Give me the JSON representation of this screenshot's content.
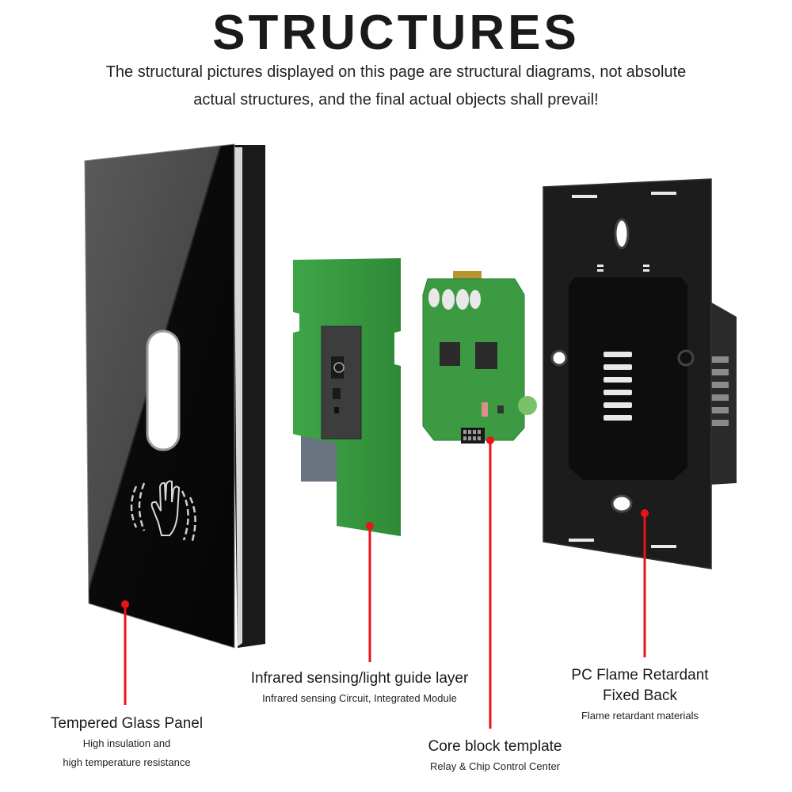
{
  "header": {
    "title": "STRUCTURES",
    "subtitle_line1": "The structural pictures displayed on this page are structural diagrams, not absolute",
    "subtitle_line2": "actual structures, and the final actual objects shall prevail!"
  },
  "components": [
    {
      "name": "Tempered Glass Panel",
      "desc_line1": "High insulation and",
      "desc_line2": "high temperature resistance"
    },
    {
      "name": "Infrared sensing/light guide layer",
      "desc_line1": "Infrared sensing Circuit, Integrated Module"
    },
    {
      "name": "Core block template",
      "desc_line1": "Relay & Chip Control Center"
    },
    {
      "name": "PC Flame Retardant",
      "name_line2": "Fixed Back",
      "desc_line1": "Flame retardant materials"
    }
  ],
  "colors": {
    "accent": "#e8141a",
    "glass": "#0b0b0b",
    "pcb": "#3a9a3e",
    "back": "#1c1c1c"
  },
  "icons": [
    "hand-wave-icon"
  ]
}
